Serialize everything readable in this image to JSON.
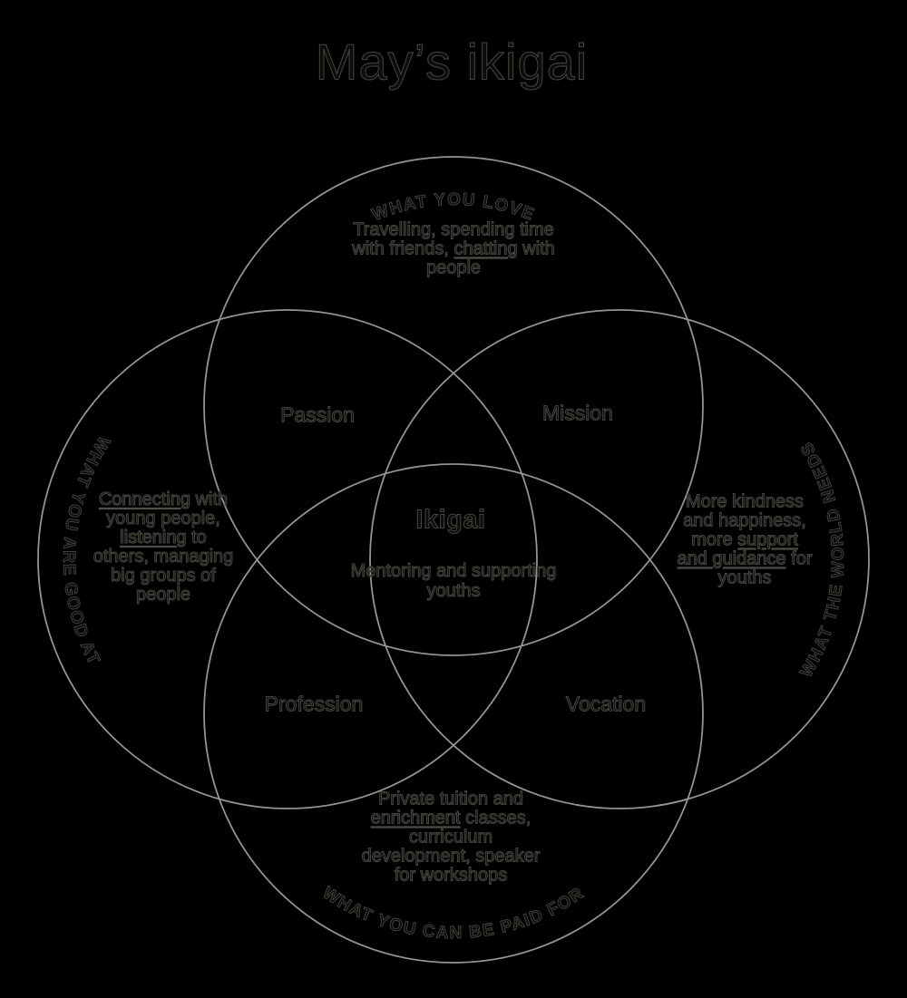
{
  "title": "May’s ikigai",
  "colors": {
    "background": "#000000",
    "circle_stroke": "#94948d",
    "text_fill": "#0c0c0a",
    "text_outline": "#45453d",
    "underline": "#4e4e45"
  },
  "circles": {
    "love": {
      "arc_label": "WHAT YOU LOVE",
      "lines": [
        [
          {
            "t": "Travelling, spending time"
          }
        ],
        [
          {
            "t": "with friends, "
          },
          {
            "t": "chatting",
            "u": true
          },
          {
            "t": " with"
          }
        ],
        [
          {
            "t": "people"
          }
        ]
      ]
    },
    "good_at": {
      "arc_label": "WHAT YOU ARE GOOD AT",
      "lines": [
        [
          {
            "t": "Connecting",
            "u": true
          },
          {
            "t": " with"
          }
        ],
        [
          {
            "t": "young people,"
          }
        ],
        [
          {
            "t": "listening",
            "u": true
          },
          {
            "t": " to"
          }
        ],
        [
          {
            "t": "others, managing"
          }
        ],
        [
          {
            "t": "big groups of"
          }
        ],
        [
          {
            "t": "people"
          }
        ]
      ]
    },
    "world_needs": {
      "arc_label": "WHAT THE WORLD NEEDS",
      "lines": [
        [
          {
            "t": "More kindness"
          }
        ],
        [
          {
            "t": "and happiness,"
          }
        ],
        [
          {
            "t": "more "
          },
          {
            "t": "support",
            "u": true
          }
        ],
        [
          {
            "t": "and guidance",
            "u": true
          },
          {
            "t": " for"
          }
        ],
        [
          {
            "t": "youths"
          }
        ]
      ]
    },
    "paid_for": {
      "arc_label": "WHAT YOU CAN BE PAID FOR",
      "lines": [
        [
          {
            "t": "Private tuition and"
          }
        ],
        [
          {
            "t": "enrichment",
            "u": true
          },
          {
            "t": " classes,"
          }
        ],
        [
          {
            "t": "curriculum"
          }
        ],
        [
          {
            "t": "development, speaker"
          }
        ],
        [
          {
            "t": "for workshops"
          }
        ]
      ]
    }
  },
  "intersections": {
    "passion": "Passion",
    "mission": "Mission",
    "profession": "Profession",
    "vocation": "Vocation"
  },
  "center": {
    "title": "Ikigai",
    "lines": [
      [
        {
          "t": "Mentoring and supporting"
        }
      ],
      [
        {
          "t": "youths"
        }
      ]
    ]
  }
}
